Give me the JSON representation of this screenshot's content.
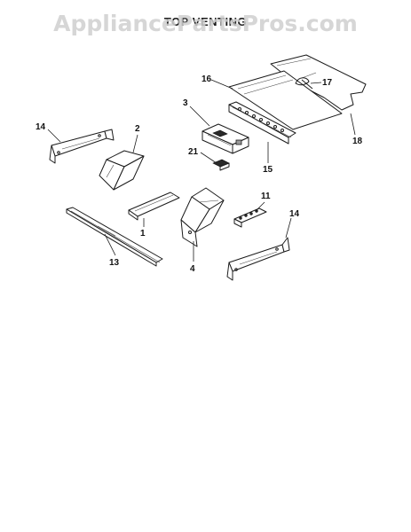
{
  "diagram": {
    "title": "TOP VENTING",
    "watermark": "AppliancePartsPros.com",
    "callouts": [
      {
        "id": "16",
        "text": "16"
      },
      {
        "id": "17",
        "text": "17"
      },
      {
        "id": "18",
        "text": "18"
      },
      {
        "id": "3",
        "text": "3"
      },
      {
        "id": "14a",
        "text": "14"
      },
      {
        "id": "2",
        "text": "2"
      },
      {
        "id": "21",
        "text": "21"
      },
      {
        "id": "15",
        "text": "15"
      },
      {
        "id": "11",
        "text": "11"
      },
      {
        "id": "1",
        "text": "1"
      },
      {
        "id": "14b",
        "text": "14"
      },
      {
        "id": "13",
        "text": "13"
      },
      {
        "id": "4",
        "text": "4"
      }
    ]
  }
}
